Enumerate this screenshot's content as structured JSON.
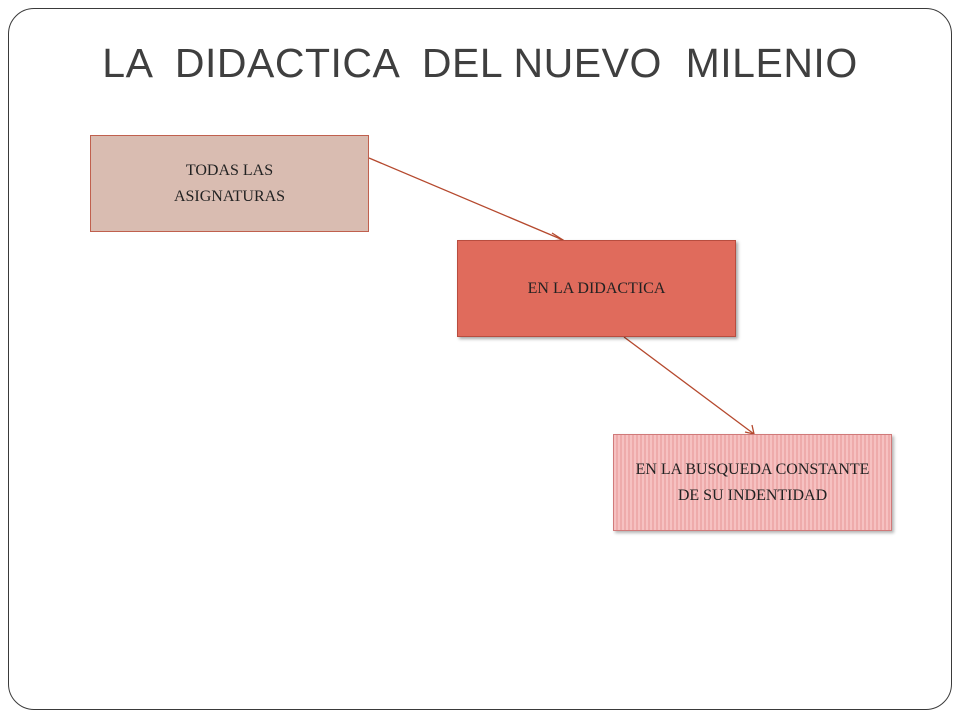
{
  "slide": {
    "title": "LA  DIDACTICA  DEL NUEVO  MILENIO"
  },
  "diagram": {
    "boxes": [
      {
        "label": "TODAS LAS ASIGNATURAS"
      },
      {
        "label": "EN LA DIDACTICA"
      },
      {
        "label": "EN LA BUSQUEDA CONSTANTE  DE SU INDENTIDAD"
      }
    ],
    "colors": {
      "box1_fill": "#d9bcb1",
      "box2_fill": "#e06b5c",
      "box3_fill": "#f6c1c1",
      "connector": "#b5492e"
    }
  }
}
